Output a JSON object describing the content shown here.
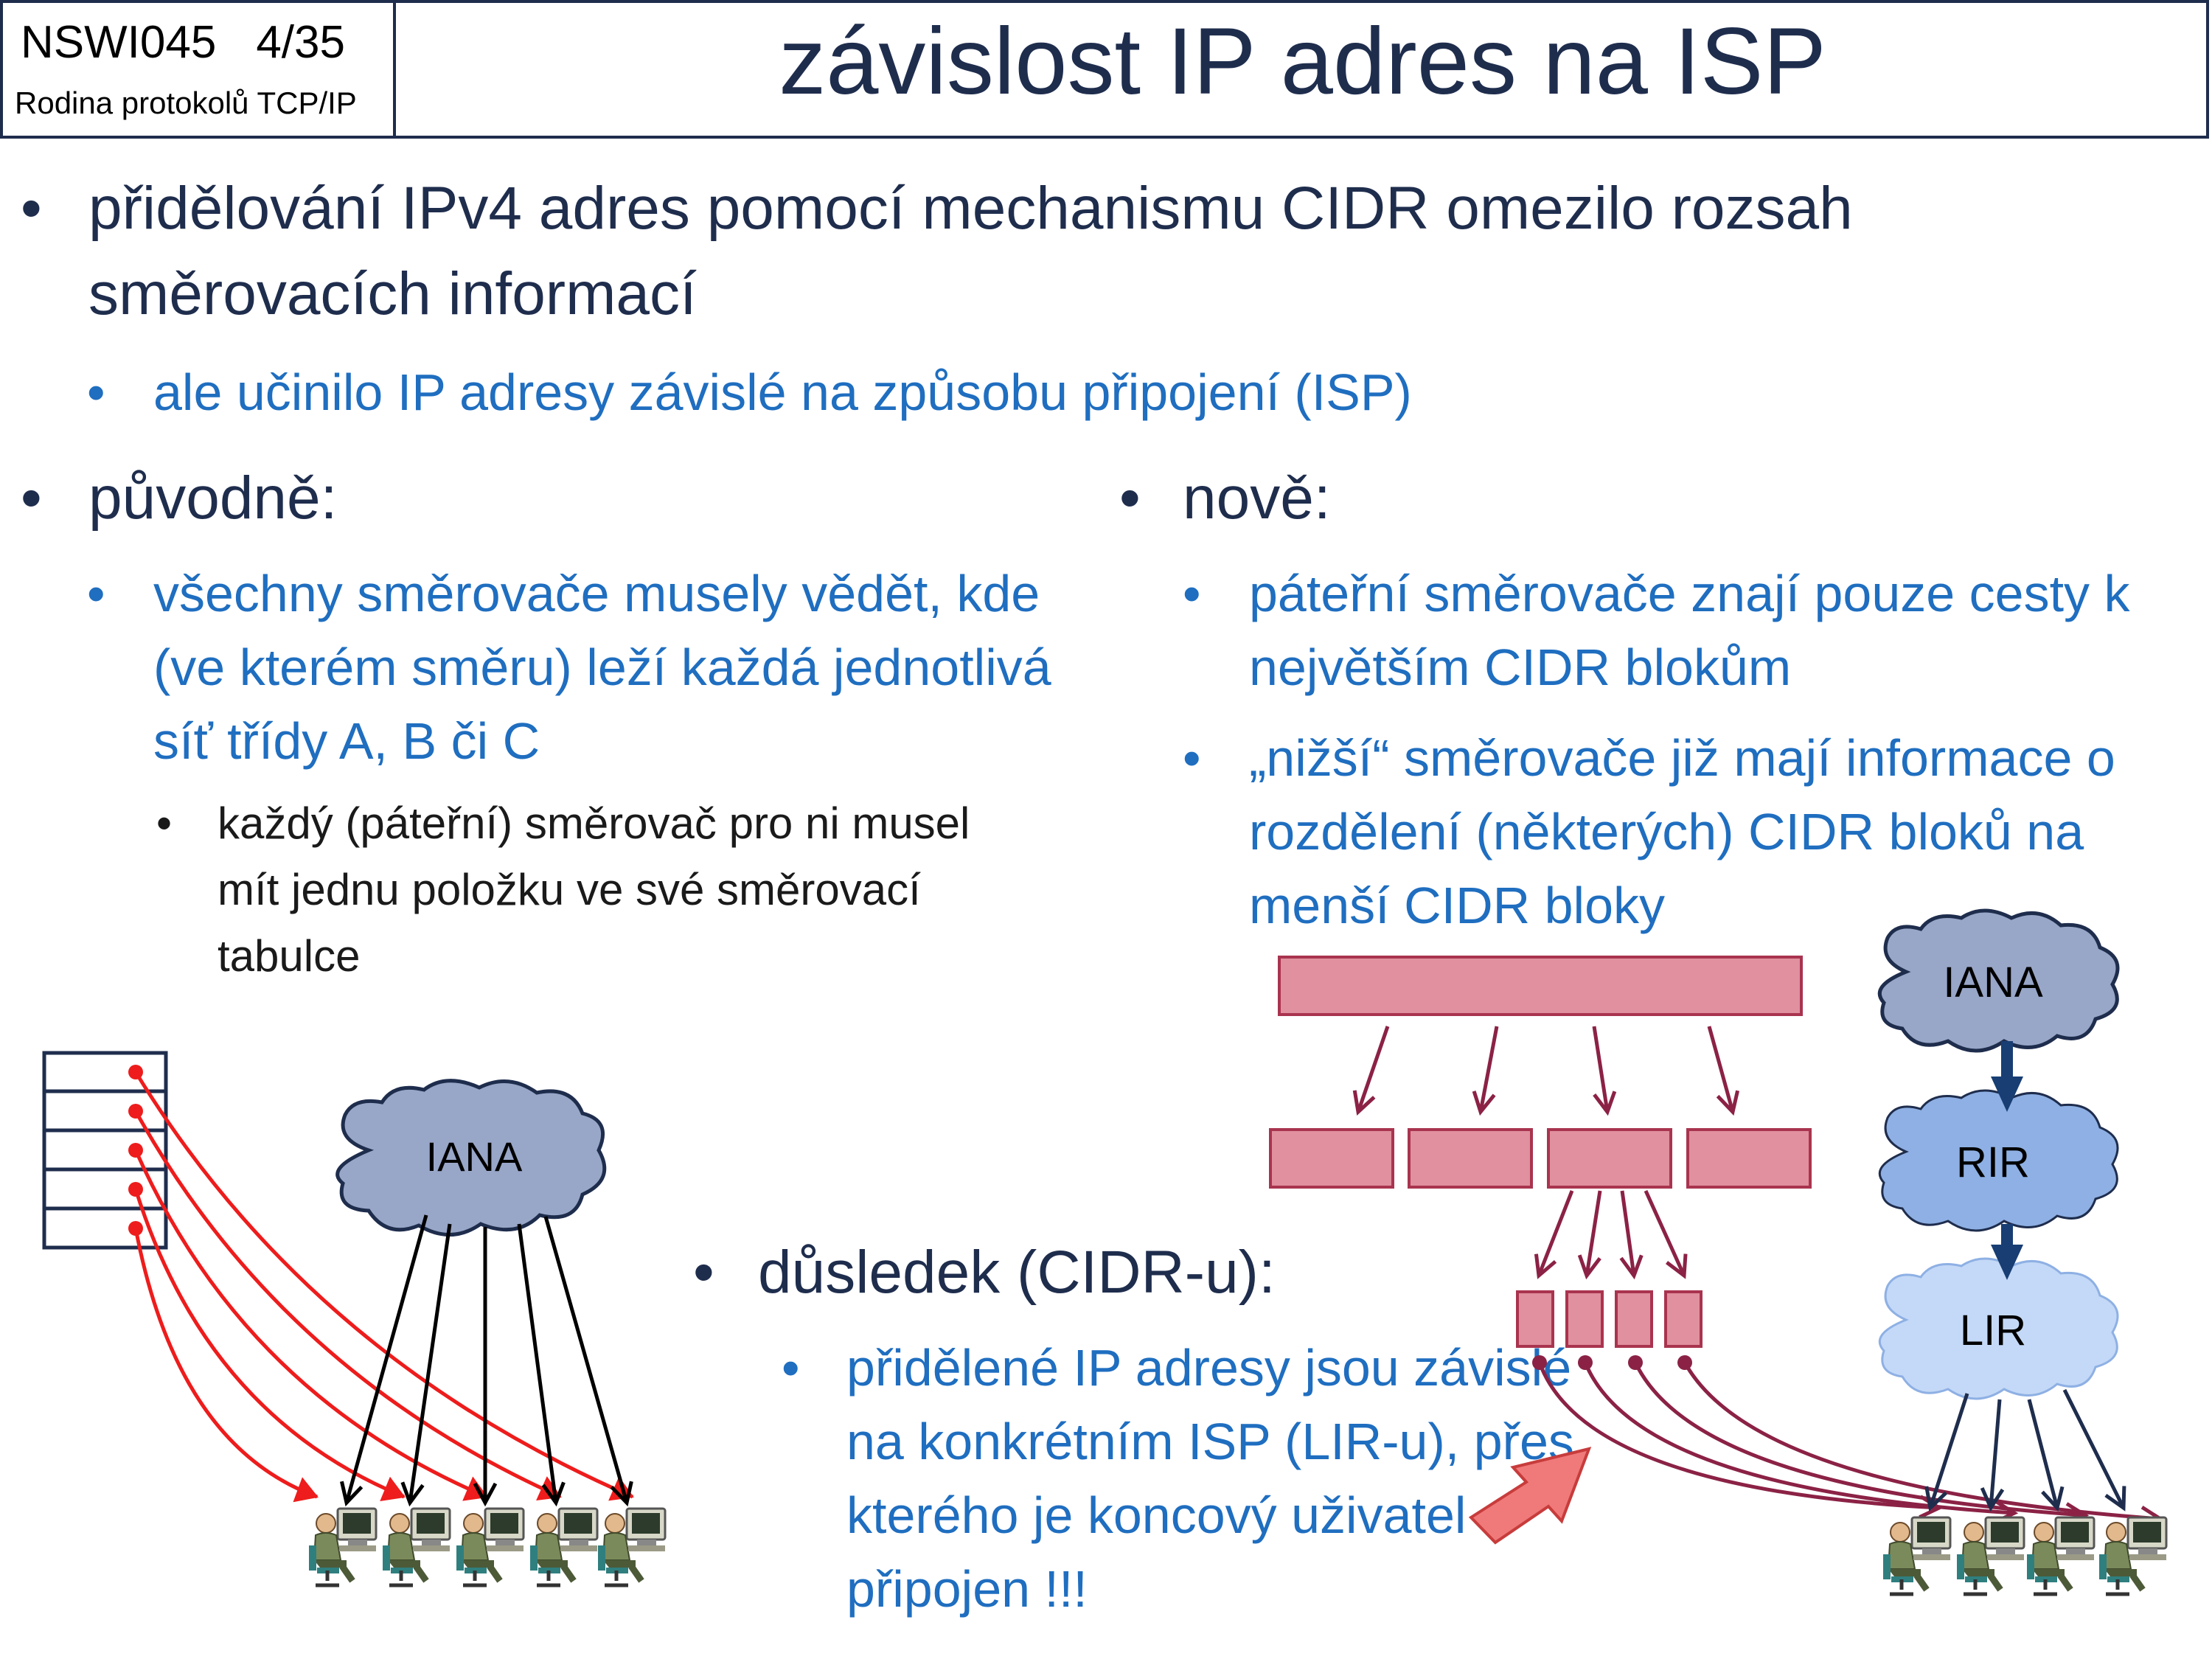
{
  "header": {
    "course_code": "NSWI045",
    "page": "4/35",
    "course_name": "Rodina protokolů TCP/IP",
    "title": "závislost IP adres na ISP"
  },
  "intro": {
    "bullet": "přidělování IPv4 adres pomocí mechanismu CIDR omezilo rozsah směrovacích informací",
    "sub": "ale učinilo IP adresy závislé na způsobu připojení (ISP)"
  },
  "originally": {
    "heading": "původně:",
    "sub": "všechny směrovače musely vědět, kde (ve kterém směru) leží každá jednotlivá síť třídy A, B či C",
    "subsub": "každý (páteřní) směrovač  pro ni musel mít jednu položku ve své směrovací tabulce"
  },
  "newly": {
    "heading": "nově:",
    "sub1": "páteřní směrovače znají pouze cesty k největším CIDR blokům",
    "sub2": "„nižší“ směrovače již mají informace o rozdělení (některých) CIDR bloků na menší CIDR bloky"
  },
  "consequence": {
    "heading": "důsledek (CIDR-u):",
    "sub": "přidělené IP adresy jsou závislé na konkrétním ISP (LIR-u), přes kterého je koncový uživatel připojen !!!"
  },
  "diagram": {
    "left_cloud": "IANA",
    "right_clouds": [
      "IANA",
      "RIR",
      "LIR"
    ],
    "colors": {
      "navy": "#1f2d4d",
      "blue_text": "#1f6ec0",
      "red_arrow": "#ee1c1c",
      "cidr_fill": "#e0909e",
      "cidr_stroke": "#a9344f",
      "cidr_arrow": "#8b2245",
      "iana_cloud": "#98a6c8",
      "rir_cloud": "#8eb0e4",
      "lir_cloud": "#c4d9f7",
      "hierarchy_arrow": "#183e73",
      "callout_arrow": "#f07a7a"
    },
    "icons": [
      "routing-table-icon",
      "cloud-icon",
      "user-workstation-icon",
      "callout-arrow-icon"
    ]
  }
}
